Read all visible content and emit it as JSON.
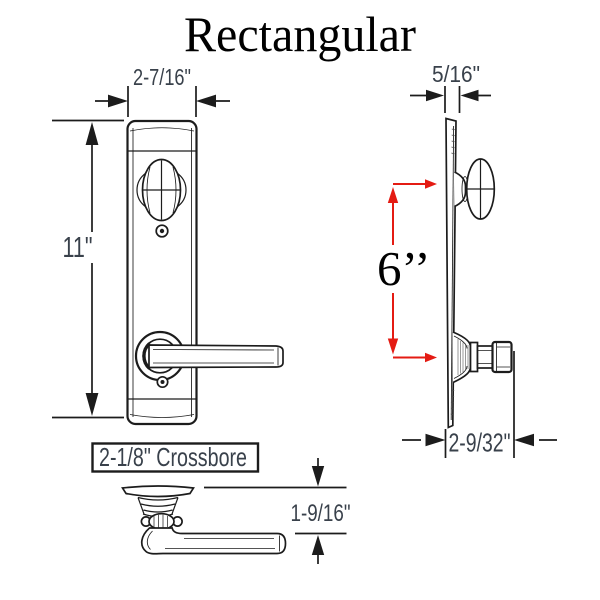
{
  "title": "Rectangular",
  "front_view": {
    "width_dim": "2-7/16\"",
    "height_dim": "11\"",
    "crossbore_label": "2-1/8\" Crossbore"
  },
  "side_view": {
    "thickness_dim": "5/16\"",
    "center_spacing_dim": "6’’",
    "projection_dim": "2-9/32\""
  },
  "lever_view": {
    "height_dim": "1-9/16\""
  },
  "colors": {
    "line": "#1c1c1c",
    "dimension_text": "#39414b",
    "accent_red": "#e41b13"
  }
}
